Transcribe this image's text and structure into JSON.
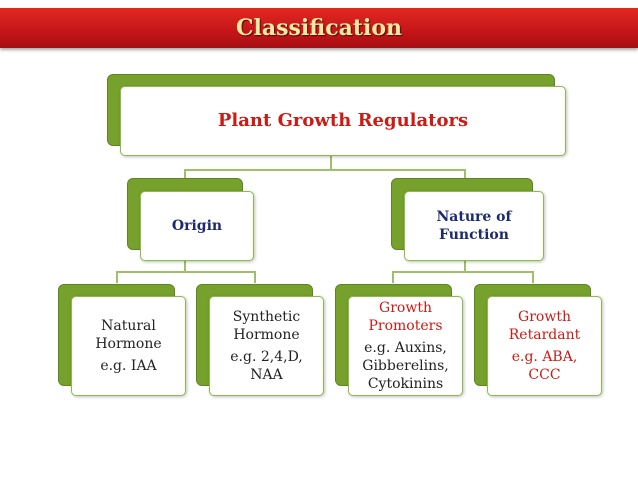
{
  "banner": {
    "title": "Classification"
  },
  "root": {
    "label": "Plant Growth Regulators"
  },
  "origin": {
    "label": "Origin"
  },
  "function": {
    "label_line1": "Nature of",
    "label_line2": "Function"
  },
  "natural": {
    "line1": "Natural",
    "line2": "Hormone",
    "example": "e.g. IAA"
  },
  "synthetic": {
    "line1": "Synthetic",
    "line2": "Hormone",
    "example_line1": "e.g. 2,4,D,",
    "example_line2": "NAA"
  },
  "promoters": {
    "line1": "Growth",
    "line2": "Promoters",
    "example_line1": "e.g. Auxins,",
    "example_line2": "Gibberelins,",
    "example_line3": "Cytokinins"
  },
  "retardant": {
    "line1": "Growth",
    "line2": "Retardant",
    "example_line1": "e.g. ABA,",
    "example_line2": "CCC"
  },
  "colors": {
    "banner": "#c8161a",
    "accent_green": "#76a12d",
    "title_text": "#f7e9a0",
    "red_text": "#cc1a14",
    "navy_text": "#1e2a6e"
  }
}
